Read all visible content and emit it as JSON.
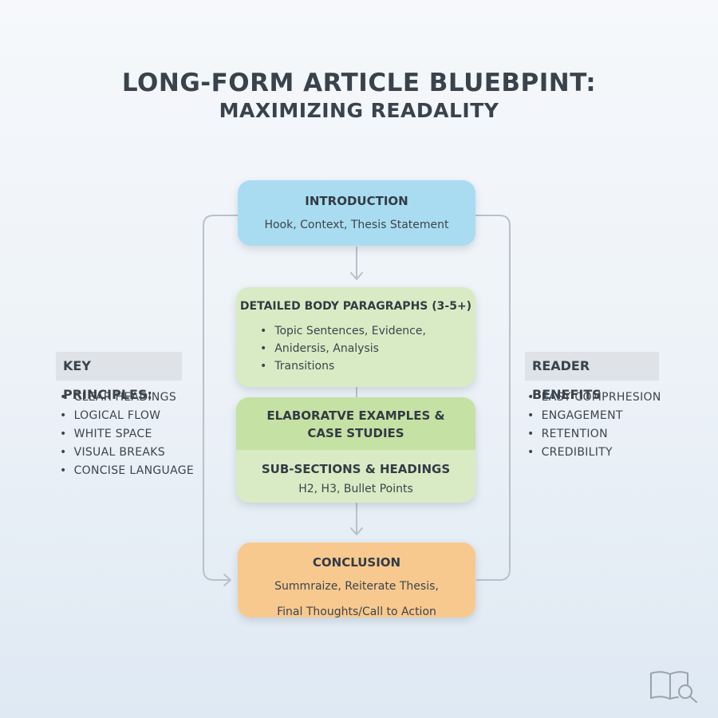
{
  "title": {
    "line1": "LONG-FORM ARTICLE BLUEBPINT:",
    "line2": "MAXIMIZING READALITY"
  },
  "flow": {
    "introduction": {
      "title": "INTRODUCTION",
      "subtitle": "Hook, Context, Thesis Statement",
      "color": "#a9dcf1"
    },
    "body_paragraphs": {
      "title": "DETAILED BODY PARAGRAPHS (3-5+)",
      "bullets": [
        "Topic Sentences, Evidence,",
        "Anidersis, Analysis",
        "Transitions"
      ],
      "color": "#d9ebc4"
    },
    "examples": {
      "title_line1": "ELABORATVE EXAMPLES &",
      "title_line2": "CASE STUDIES",
      "sub_title": "SUB-SECTIONS & HEADINGS",
      "sub_detail": "H2, H3, Bullet Points",
      "color": "#c5e1a4"
    },
    "conclusion": {
      "title": "CONCLUSION",
      "line1": "Summraize, Reiterate Thesis,",
      "line2": "Final Thoughts/Call to Action",
      "color": "#f7c98f"
    }
  },
  "key_principles": {
    "header": "KEY PRINCIPLES:",
    "items": [
      "CLEAR HEADINGS",
      "LOGICAL FLOW",
      "WHITE SPACE",
      "VISUAL BREAKS",
      "CONCISE LANGUAGE"
    ]
  },
  "reader_benefits": {
    "header": "READER BENEFITS",
    "items": [
      "EASY COMPRHESION",
      "ENGAGEMENT",
      "RETENTION",
      "CREDIBILITY"
    ]
  },
  "icons": {
    "corner": "book-magnifier-icon"
  }
}
